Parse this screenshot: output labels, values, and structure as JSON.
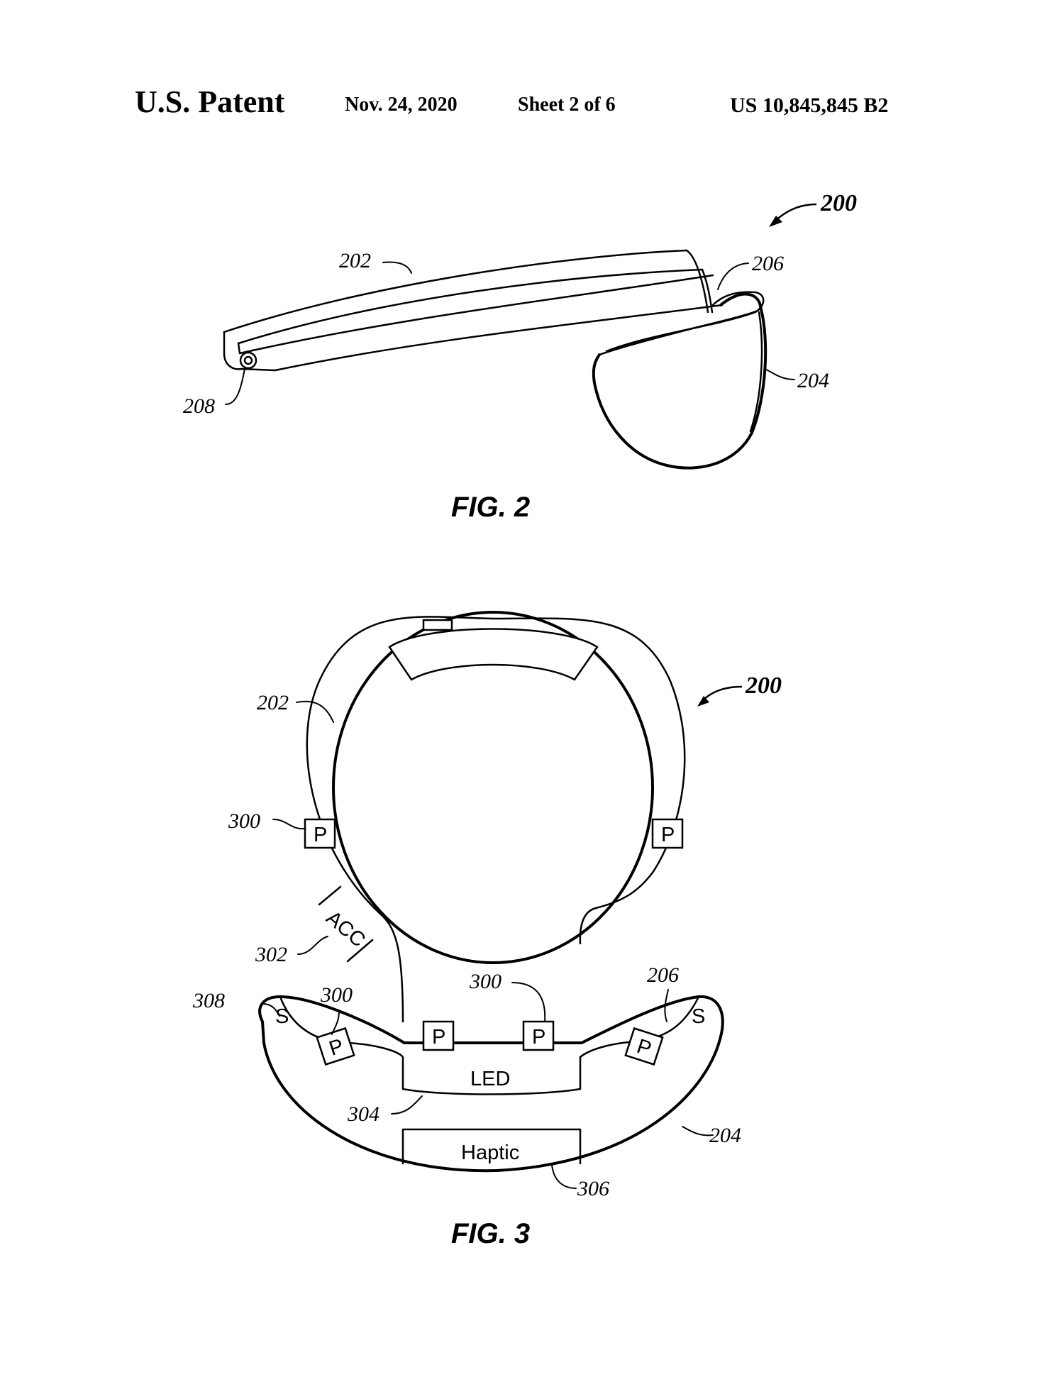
{
  "header": {
    "patent": "U.S. Patent",
    "date": "Nov. 24, 2020",
    "sheet": "Sheet 2 of 6",
    "number": "US 10,845,845 B2"
  },
  "fig2": {
    "caption": "FIG. 2",
    "refs": {
      "device": "200",
      "band": "202",
      "hinge": "206",
      "cap": "204",
      "button": "208"
    }
  },
  "fig3": {
    "caption": "FIG. 3",
    "refs": {
      "device": "200",
      "band": "202",
      "sensor_left": "300",
      "accelerometer": "302",
      "sensor_lower_left": "300",
      "sensor_center": "300",
      "hinge": "206",
      "speaker": "308",
      "led": "304",
      "cap": "204",
      "haptic": "306"
    },
    "boxes": {
      "p": "P",
      "acc": "ACC",
      "s": "S",
      "led": "LED",
      "haptic": "Haptic"
    }
  }
}
